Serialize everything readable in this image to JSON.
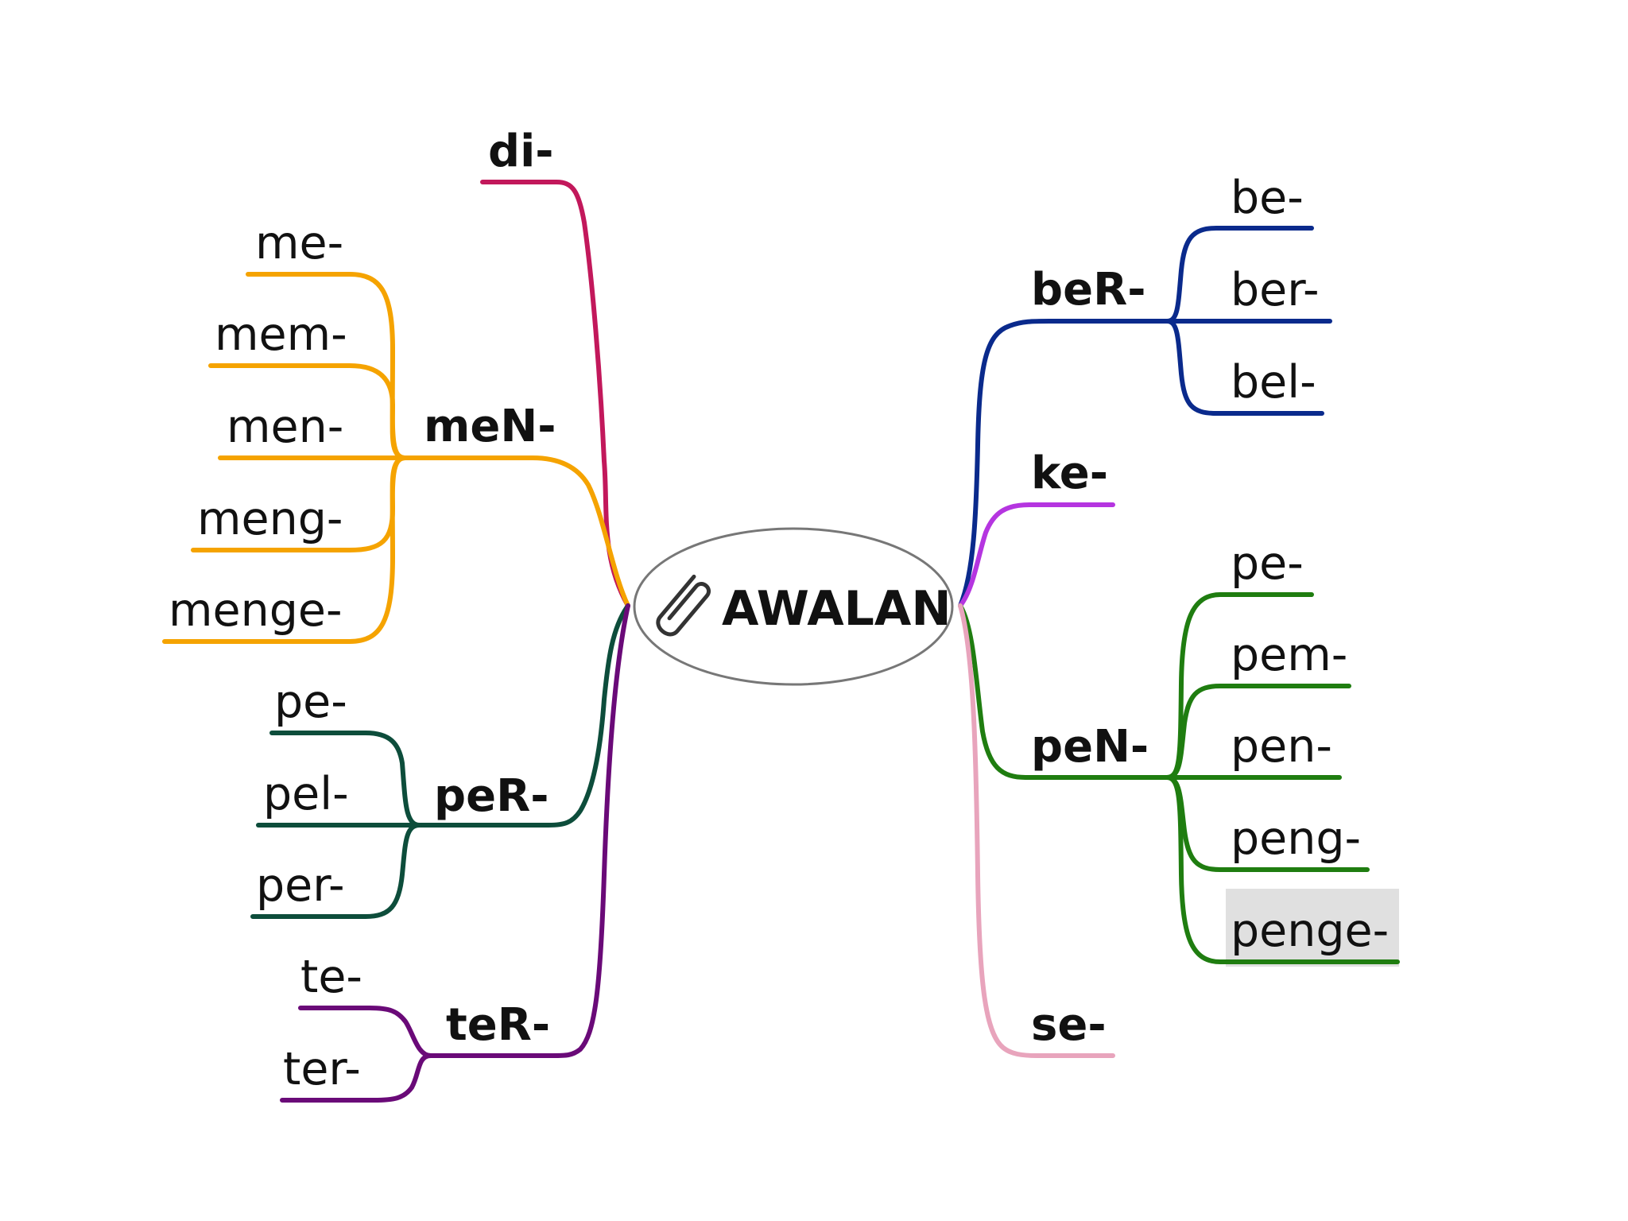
{
  "center": {
    "label": "AWALAN",
    "icon": "paperclip-icon"
  },
  "branches": [
    {
      "id": "di",
      "label": "di-",
      "color": "#c2185b",
      "children": []
    },
    {
      "id": "men",
      "label": "meN-",
      "color": "#f5a300",
      "children": [
        "me-",
        "mem-",
        "men-",
        "meng-",
        "menge-"
      ]
    },
    {
      "id": "per",
      "label": "peR-",
      "color": "#0d4d3b",
      "children": [
        "pe-",
        "pel-",
        "per-"
      ]
    },
    {
      "id": "ter",
      "label": "teR-",
      "color": "#6a0a78",
      "children": [
        "te-",
        "ter-"
      ]
    },
    {
      "id": "ber",
      "label": "beR-",
      "color": "#0a2a8c",
      "children": [
        "be-",
        "ber-",
        "bel-"
      ]
    },
    {
      "id": "ke",
      "label": "ke-",
      "color": "#b535e0",
      "children": []
    },
    {
      "id": "pen",
      "label": "peN-",
      "color": "#1f7d10",
      "children": [
        "pe-",
        "pem-",
        "pen-",
        "peng-",
        "penge-"
      ]
    },
    {
      "id": "se",
      "label": "se-",
      "color": "#e8a4bc",
      "children": []
    }
  ],
  "highlighted_child": {
    "branch": "pen",
    "label": "penge-",
    "background": "#e0e0e0"
  },
  "ellipse_stroke": "#777777"
}
